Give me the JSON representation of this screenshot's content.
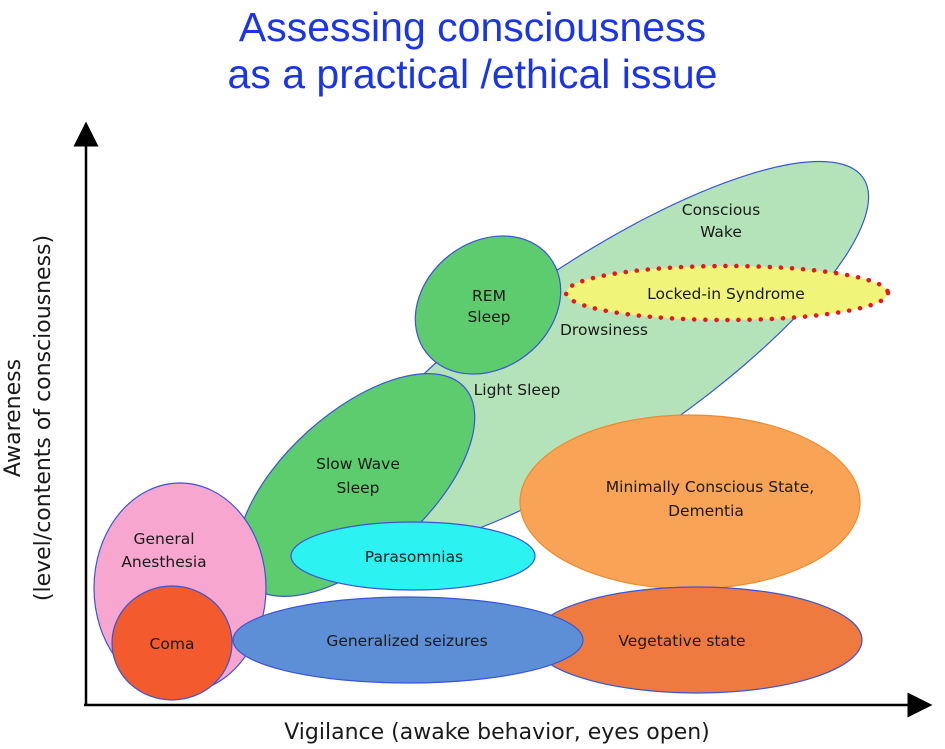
{
  "title": {
    "line1": "Assessing consciousness",
    "line2": "as a practical /ethical issue"
  },
  "axes": {
    "x_label": "Vigilance (awake behavior, eyes open)",
    "y_label_line1": "Awareness",
    "y_label_line2": "(level/contents of consciousness)"
  },
  "states": {
    "conscious_wake": {
      "line1": "Conscious",
      "line2": "Wake"
    },
    "drowsiness": "Drowsiness",
    "light_sleep": "Light Sleep",
    "rem_sleep": {
      "line1": "REM",
      "line2": "Sleep"
    },
    "locked_in": "Locked-in Syndrome",
    "slow_wave_sleep": {
      "line1": "Slow Wave",
      "line2": "Sleep"
    },
    "minimally_conscious": {
      "line1": "Minimally Conscious State,",
      "line2": "Dementia"
    },
    "general_anesthesia": {
      "line1": "General",
      "line2": "Anesthesia"
    },
    "parasomnias": "Parasomnias",
    "coma": "Coma",
    "generalized_seizures": "Generalized seizures",
    "vegetative_state": "Vegetative state"
  },
  "colors": {
    "title": "#1a35e8",
    "conscious_wake": "#b5e3b9",
    "rem_sleep": "#5ccc6e",
    "slow_wave_sleep": "#5ccc6e",
    "locked_in_fill": "#f0f57a",
    "locked_in_border": "#e8161b",
    "minimally_conscious": "#f8a356",
    "general_anesthesia": "#f7a6cf",
    "parasomnias": "#2cf2f2",
    "coma": "#f35a2d",
    "generalized_seizures": "#5c8fd6",
    "vegetative_state": "#ee7a3f",
    "outline": "#3a55d8"
  }
}
